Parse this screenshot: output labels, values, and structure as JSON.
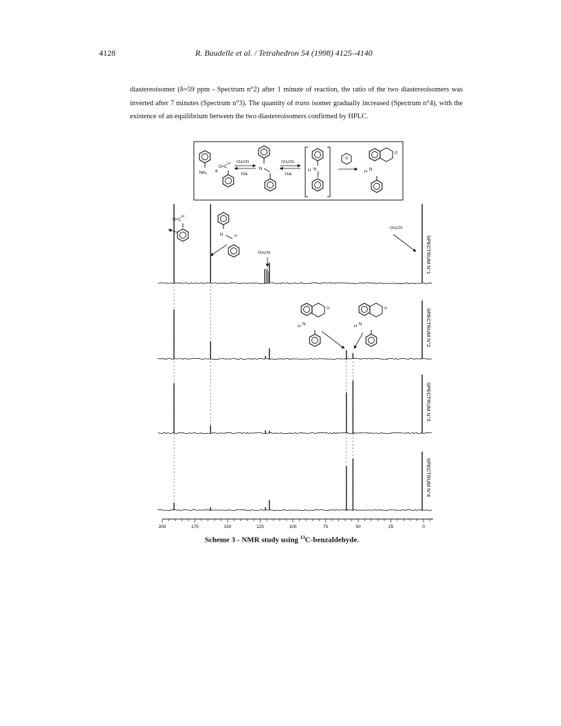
{
  "header": {
    "page_number": "4128",
    "running_title": "R. Baudelle et al. / Tetrahedron 54 (1998) 4125–4140"
  },
  "paragraph": {
    "s1": "diastereoisomer (δ=59 ppm - Spectrum n°2) after 1 minute of reaction, the ratio of the two diastereoisomers was inverted after 7 minutes (Spectrum n°3). The quantity of ",
    "italic": "trans",
    "s2": " isomer gradually increased (Spectrum n°4), with the existence of an equilibrium between the two diastereoisomers confirmed by HPLC."
  },
  "scheme": {
    "reagent_top": "CH₃CN",
    "reagent_bottom": "TFA",
    "nh2_label": "NH₂",
    "plus": "+",
    "o13": "O≈C",
    "iso13": "13",
    "n_label": "N",
    "h_label": "H",
    "o_label": "O"
  },
  "annotations": {
    "solvent": "CH₃CN"
  },
  "spectra": {
    "labels": [
      "SPECTRUM N°1",
      "SPECTRUM N°2",
      "SPECTRUM N°3",
      "SPECTRUM N°4"
    ]
  },
  "chart_data": {
    "type": "line",
    "title": "",
    "xlabel": "",
    "ylabel": "",
    "xlim": [
      200,
      0
    ],
    "x_ticks": [
      "200",
      "175",
      "150",
      "125",
      "100",
      "75",
      "50",
      "25",
      "0"
    ],
    "series": [
      {
        "name": "SPECTRUM N°1",
        "peaks": [
          [
            191,
            1.0
          ],
          [
            163,
            1.0
          ],
          [
            121.5,
            0.18
          ],
          [
            119.8,
            0.18
          ],
          [
            118.3,
            0.15
          ],
          [
            118,
            0.26
          ],
          [
            1,
            1.0
          ]
        ]
      },
      {
        "name": "SPECTRUM N°2",
        "peaks": [
          [
            191,
            0.85
          ],
          [
            163,
            0.3
          ],
          [
            121,
            0.05
          ],
          [
            118,
            0.18
          ],
          [
            59,
            0.15
          ],
          [
            54,
            0.1
          ],
          [
            1,
            1.0
          ]
        ]
      },
      {
        "name": "SPECTRUM N°3",
        "peaks": [
          [
            191,
            0.85
          ],
          [
            163,
            0.13
          ],
          [
            121,
            0.05
          ],
          [
            118,
            0.04
          ],
          [
            59,
            0.7
          ],
          [
            54,
            0.9
          ],
          [
            1,
            1.0
          ]
        ]
      },
      {
        "name": "SPECTRUM N°4",
        "peaks": [
          [
            191,
            0.13
          ],
          [
            163,
            0.05
          ],
          [
            121,
            0.05
          ],
          [
            118,
            0.17
          ],
          [
            59,
            0.75
          ],
          [
            54,
            0.88
          ],
          [
            1,
            1.0
          ]
        ]
      }
    ]
  },
  "caption": {
    "prefix": "Scheme 3 - NMR study using ",
    "sup": "13",
    "suffix": "C-benzaldehyde."
  }
}
